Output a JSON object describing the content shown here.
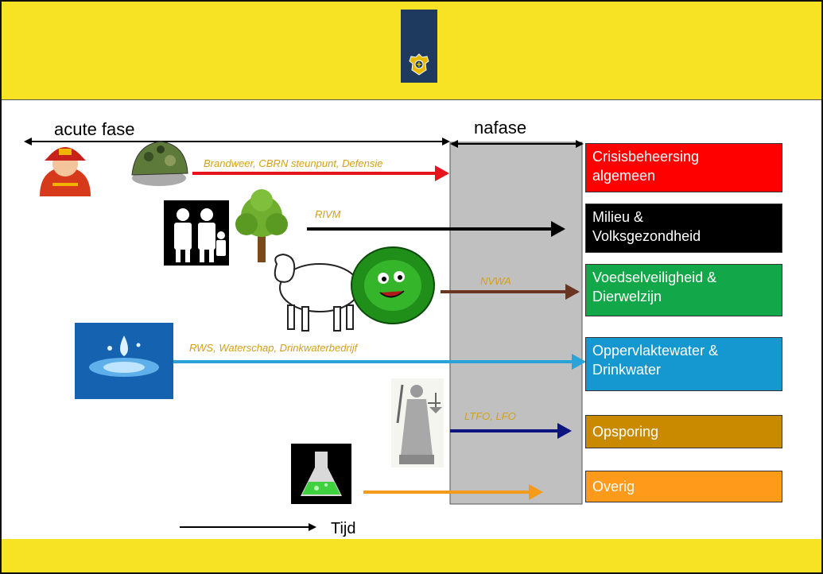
{
  "phases": {
    "acute": "acute fase",
    "after": "nafase"
  },
  "flows": [
    {
      "id": "brandweer",
      "label": "Brandweer, CBRN steunpunt, Defensie",
      "color": "#e8141b"
    },
    {
      "id": "rivm",
      "label": "RIVM",
      "color": "#000000"
    },
    {
      "id": "nvwa",
      "label": "NVWA",
      "color": "#6b3523"
    },
    {
      "id": "rws",
      "label": "RWS, Waterschap, Drinkwaterbedrijf",
      "color": "#2aa3d8"
    },
    {
      "id": "ltfo",
      "label": "LTFO, LFO",
      "color": "#0d1480"
    },
    {
      "id": "overig",
      "label": "",
      "color": "#f59a1b"
    }
  ],
  "domains": [
    {
      "id": "crisis",
      "line1": "Crisisbeheersing",
      "line2": "algemeen",
      "color": "#ff0000"
    },
    {
      "id": "milieu",
      "line1": "Milieu &",
      "line2": "Volksgezondheid",
      "color": "#000000"
    },
    {
      "id": "voedsel",
      "line1": "Voedselveiligheid &",
      "line2": "Dierwelzijn",
      "color": "#12a84a"
    },
    {
      "id": "water",
      "line1": "Oppervlaktewater &",
      "line2": "Drinkwater",
      "color": "#1597cf"
    },
    {
      "id": "opsporing",
      "line1": "Opsporing",
      "line2": "",
      "color": "#c98a00"
    },
    {
      "id": "overig",
      "line1": "Overig",
      "line2": "",
      "color": "#ff9a1a"
    }
  ],
  "time_label": "Tijd",
  "icons": [
    "firefighter-icon",
    "army-helmet-icon",
    "family-icon",
    "tree-icon",
    "cow-icon",
    "lettuce-icon",
    "water-drop-icon",
    "justice-statue-icon",
    "flask-icon",
    "coat-of-arms-icon"
  ]
}
